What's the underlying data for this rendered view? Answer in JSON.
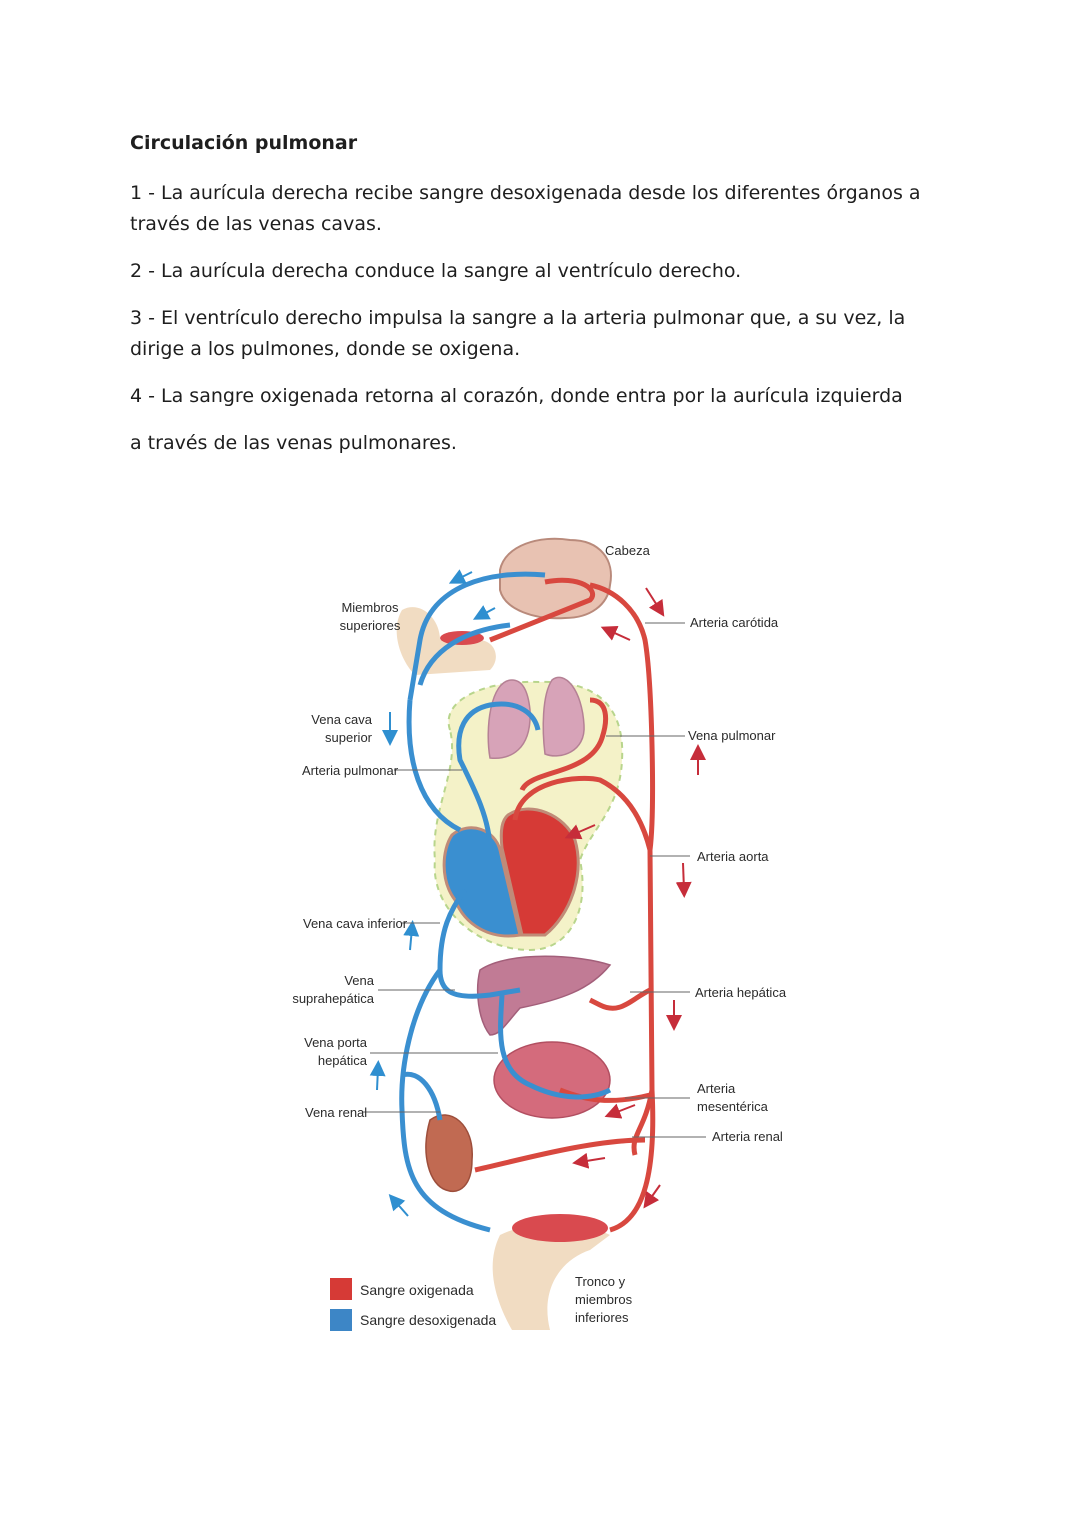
{
  "heading": "Circulación pulmonar",
  "paragraphs": [
    "1 - La aurícula derecha recibe sangre desoxigenada desde los diferentes órganos a través de las venas cavas.",
    "2 - La aurícula derecha conduce la sangre al ventrículo derecho.",
    "3 - El ventrículo derecho impulsa la sangre a la arteria pulmonar que, a su vez, la dirige a los pulmones, donde se oxigena.",
    "4  - La sangre oxigenada retorna al corazón, donde entra por la aurícula izquierda",
    "a través de las venas pulmonares."
  ],
  "diagram": {
    "labels": {
      "cabeza": "Cabeza",
      "miembros_superiores_1": "Miembros",
      "miembros_superiores_2": "superiores",
      "arteria_carotida": "Arteria carótida",
      "vena_cava_superior_1": "Vena cava",
      "vena_cava_superior_2": "superior",
      "vena_pulmonar": "Vena pulmonar",
      "arteria_pulmonar": "Arteria pulmonar",
      "arteria_aorta": "Arteria aorta",
      "vena_cava_inferior": "Vena cava inferior",
      "vena_suprahepatica_1": "Vena",
      "vena_suprahepatica_2": "suprahepática",
      "arteria_hepatica": "Arteria hepática",
      "vena_porta_1": "Vena porta",
      "vena_porta_2": "hepática",
      "arteria_mesenterica_1": "Arteria",
      "arteria_mesenterica_2": "mesentérica",
      "vena_renal": "Vena renal",
      "arteria_renal": "Arteria renal",
      "tronco_1": "Tronco y",
      "tronco_2": "miembros",
      "tronco_3": "inferiores"
    },
    "legend": {
      "oxygenated": "Sangre oxigenada",
      "deoxygenated": "Sangre desoxigenada"
    },
    "colors": {
      "oxygenated": "#d63a36",
      "deoxygenated": "#3d86c6",
      "artery": "#d8483f",
      "vein": "#3a8fd0",
      "pericardium": "#f4f2c8"
    }
  }
}
